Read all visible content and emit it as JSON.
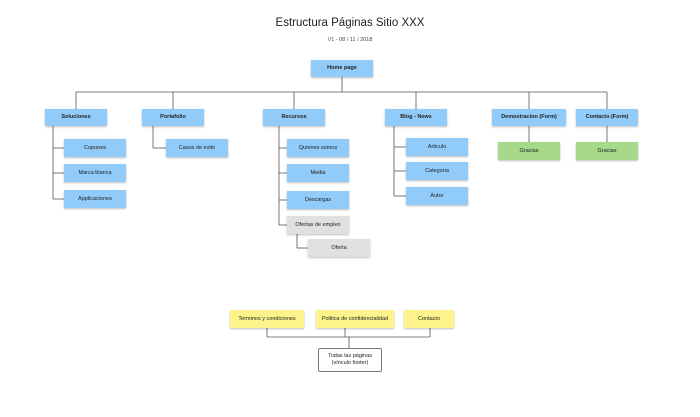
{
  "header": {
    "title": "Estructura Páginas Sitio XXX",
    "subtitle": "V1 - 08 / 11 / 2018"
  },
  "root": {
    "label": "Home page"
  },
  "sections": [
    {
      "label": "Soluciones",
      "children": [
        "Cupones",
        "Marca blanca",
        "Applicaciones"
      ]
    },
    {
      "label": "Portafolio",
      "children": [
        "Casos de exito"
      ]
    },
    {
      "label": "Recursos",
      "children": [
        "Quienes somos",
        "Media",
        "Descargas",
        "Ofertas de empleo",
        "Oferta"
      ]
    },
    {
      "label": "Blog - News",
      "children": [
        "Articulo",
        "Categoria",
        "Autor"
      ]
    },
    {
      "label": "Demostracion (Form)",
      "children": [
        "Gracias"
      ]
    },
    {
      "label": "Contacto (Form)",
      "children": [
        "Gracias"
      ]
    }
  ],
  "footer": {
    "links": [
      "Terminos y condiciones",
      "Politica de confidencialidad",
      "Contacto"
    ],
    "target_line1": "Todas las páginas",
    "target_line2": "(vínculo footer)"
  },
  "colors": {
    "primary": "#90cbf9",
    "secondary": "#e0e0e0",
    "end": "#a7d98b",
    "footer": "#fcf48a",
    "line": "#555555"
  }
}
